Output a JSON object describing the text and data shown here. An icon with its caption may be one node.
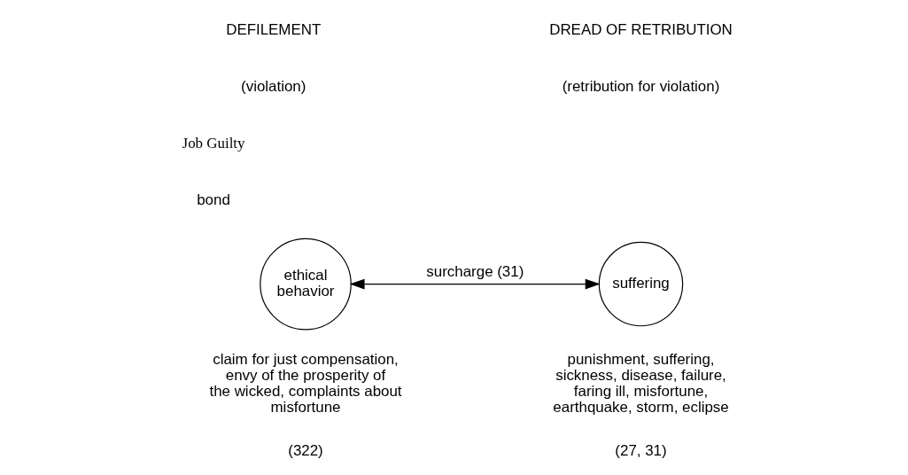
{
  "diagram": {
    "nodes": [
      {
        "text": [
          "ethical behavior"
        ],
        "beside": [
          "claim for just compensation, envy of the prosperity of the wicked, complaints about misfortune",
          "(322)"
        ]
      },
      {
        "text": [
          "suffering"
        ],
        "beside": [
          "punishment, suffering, sickness, disease, failure, faring ill, misfortune, earthquake, storm, eclipse",
          "(27, 31)"
        ]
      }
    ],
    "edges": [
      {
        "from": 0,
        "to": 1,
        "arrow": "both",
        "label": "surcharge (31)"
      }
    ],
    "labels": [
      "DEFILEMENT",
      "DREAD OF RETRIBUTION",
      "(violation)",
      "(retribution for violation)",
      "Job Guilty",
      "bond"
    ]
  }
}
